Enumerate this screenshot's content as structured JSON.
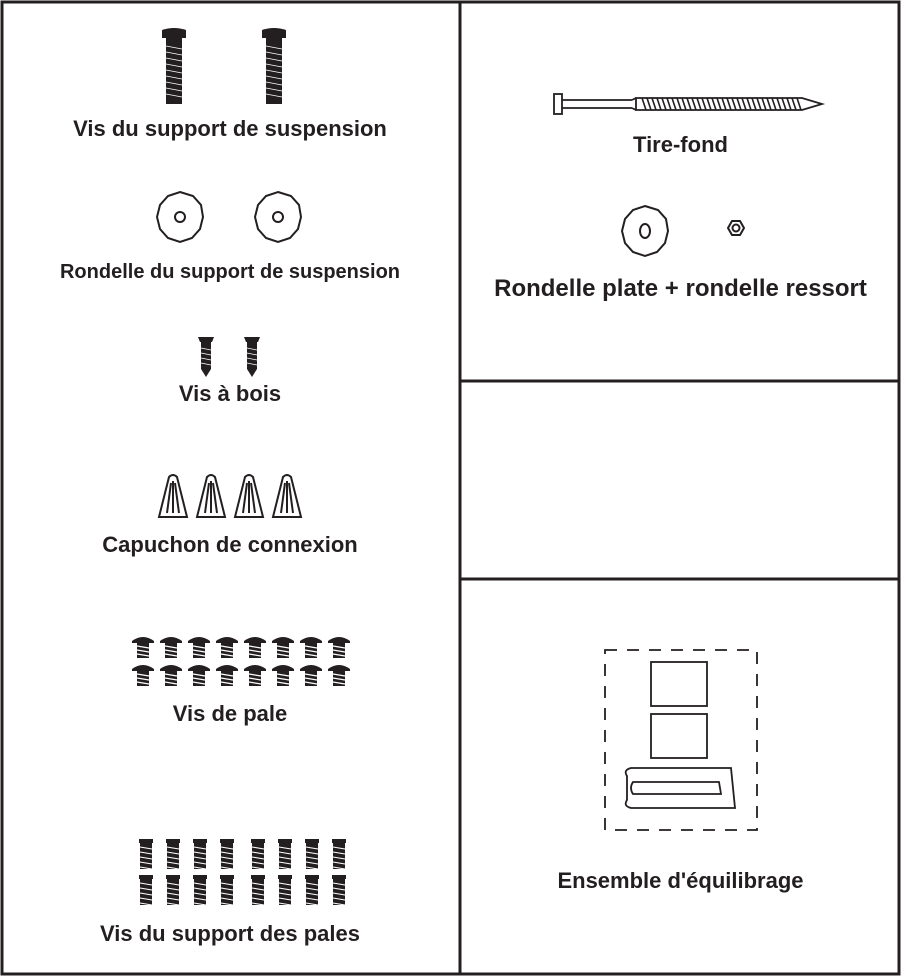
{
  "left_panel": {
    "hanger_bracket_screws": {
      "label": "Vis du support de suspension",
      "icon": "machine-screw-icon"
    },
    "hanger_bracket_washers": {
      "label": "Rondelle du support de suspension",
      "icon": "washer-icon"
    },
    "wood_screws": {
      "label": "Vis à bois",
      "icon": "wood-screw-icon"
    },
    "wire_nuts": {
      "label": "Capuchon de connexion",
      "icon": "wire-nut-icon"
    },
    "blade_screws": {
      "label": "Vis de pale",
      "icon": "blade-screw-icon"
    },
    "blade_bracket_screws": {
      "label": "Vis du support des pales",
      "icon": "bracket-screw-icon"
    }
  },
  "right_panel": {
    "lag_screw": {
      "label": "Tire-fond",
      "icon": "lag-screw-icon"
    },
    "washers": {
      "label": "Rondelle plate + rondelle ressort",
      "icon": "flat-washer-icon"
    },
    "empty_box": {},
    "balancing_kit": {
      "label": "Ensemble d'équilibrage",
      "icon": "balancing-kit-icon"
    }
  },
  "colors": {
    "ink": "#231f20",
    "background": "#ffffff"
  }
}
